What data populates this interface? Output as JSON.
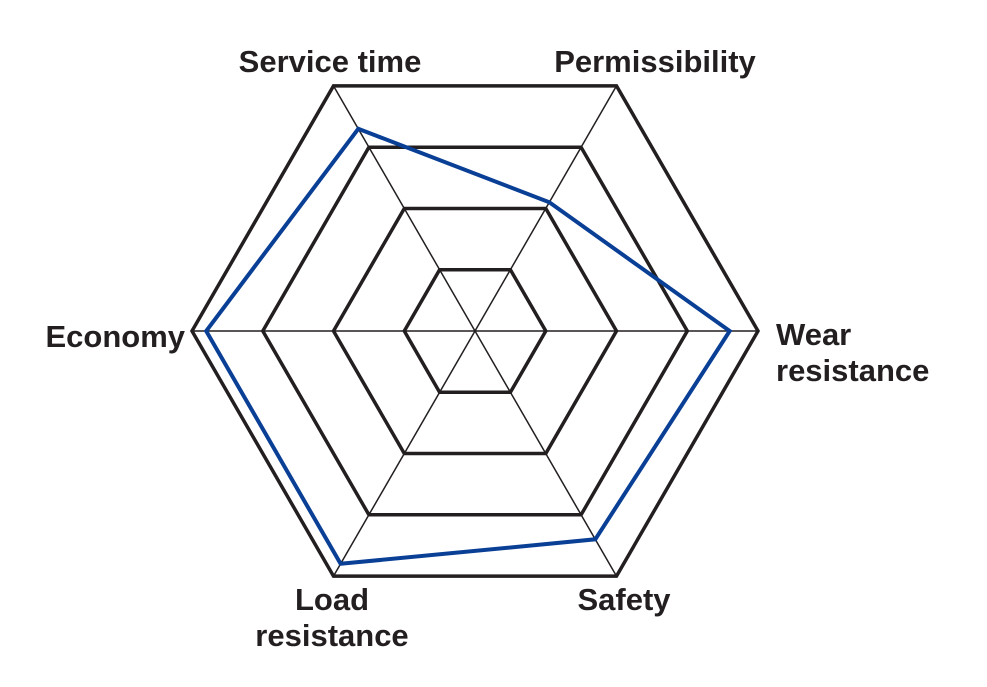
{
  "chart_data": {
    "type": "radar",
    "axes": [
      {
        "key": "service_time",
        "label_lines": [
          "Service time"
        ]
      },
      {
        "key": "permissibility",
        "label_lines": [
          "Permissibility"
        ]
      },
      {
        "key": "wear_resistance",
        "label_lines": [
          "Wear",
          "resistance"
        ]
      },
      {
        "key": "safety",
        "label_lines": [
          "Safety"
        ]
      },
      {
        "key": "load_resistance",
        "label_lines": [
          "Load",
          "resistance"
        ]
      },
      {
        "key": "economy",
        "label_lines": [
          "Economy"
        ]
      }
    ],
    "rings": 4,
    "range": [
      0,
      4
    ],
    "series": [
      {
        "values": [
          3.3,
          2.1,
          3.6,
          3.4,
          3.8,
          3.8
        ],
        "color": "#0a3f96"
      }
    ],
    "grid_color": "#231f20"
  }
}
